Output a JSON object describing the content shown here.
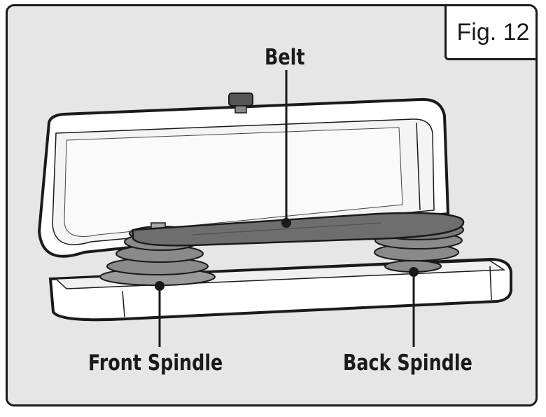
{
  "figure": {
    "label": "Fig. 12"
  },
  "callouts": {
    "belt": "Belt",
    "front_spindle": "Front Spindle",
    "back_spindle": "Back Spindle"
  },
  "colors": {
    "panel_background": "#e6e6e6",
    "outline": "#1a1a1a",
    "case_body": "#ffffff",
    "belt": "#6e6e6e",
    "pulley": "#8a8a8a"
  }
}
